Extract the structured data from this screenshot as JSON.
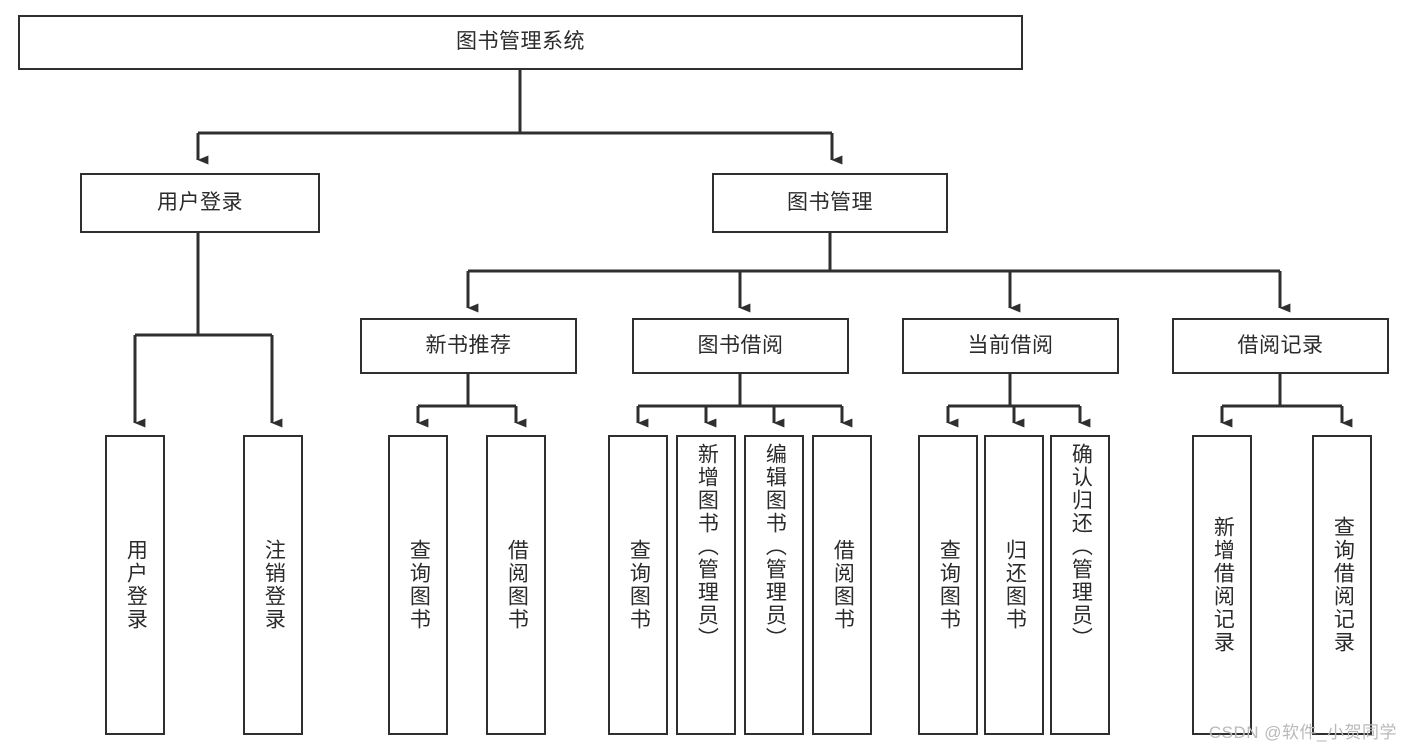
{
  "diagram": {
    "type": "tree-hierarchy-chart",
    "title": "图书管理系统",
    "colors": {
      "box_border": "#2f2f2f",
      "box_fill": "#ffffff",
      "connector": "#2f2f2f",
      "text": "#2b2b2b",
      "watermark": "#b9b9b9",
      "background": "#ffffff"
    },
    "root": {
      "label": "图书管理系统"
    },
    "level1": [
      {
        "label": "用户登录"
      },
      {
        "label": "图书管理"
      }
    ],
    "level2": [
      {
        "label": "新书推荐"
      },
      {
        "label": "图书借阅"
      },
      {
        "label": "当前借阅"
      },
      {
        "label": "借阅记录"
      }
    ],
    "leaves": {
      "user_login": [
        {
          "label": "用户登录"
        },
        {
          "label": "注销登录"
        }
      ],
      "new_book_recommend": [
        {
          "label": "查询图书"
        },
        {
          "label": "借阅图书"
        }
      ],
      "book_borrow": [
        {
          "label": "查询图书"
        },
        {
          "label": "新增图书（管理员）"
        },
        {
          "label": "编辑图书（管理员）"
        },
        {
          "label": "借阅图书"
        }
      ],
      "current_borrow": [
        {
          "label": "查询图书"
        },
        {
          "label": "归还图书"
        },
        {
          "label": "确认归还（管理员）"
        }
      ],
      "borrow_record": [
        {
          "label": "新增借阅记录"
        },
        {
          "label": "查询借阅记录"
        }
      ]
    }
  },
  "watermark": {
    "text": "CSDN @软件_小贺同学"
  }
}
